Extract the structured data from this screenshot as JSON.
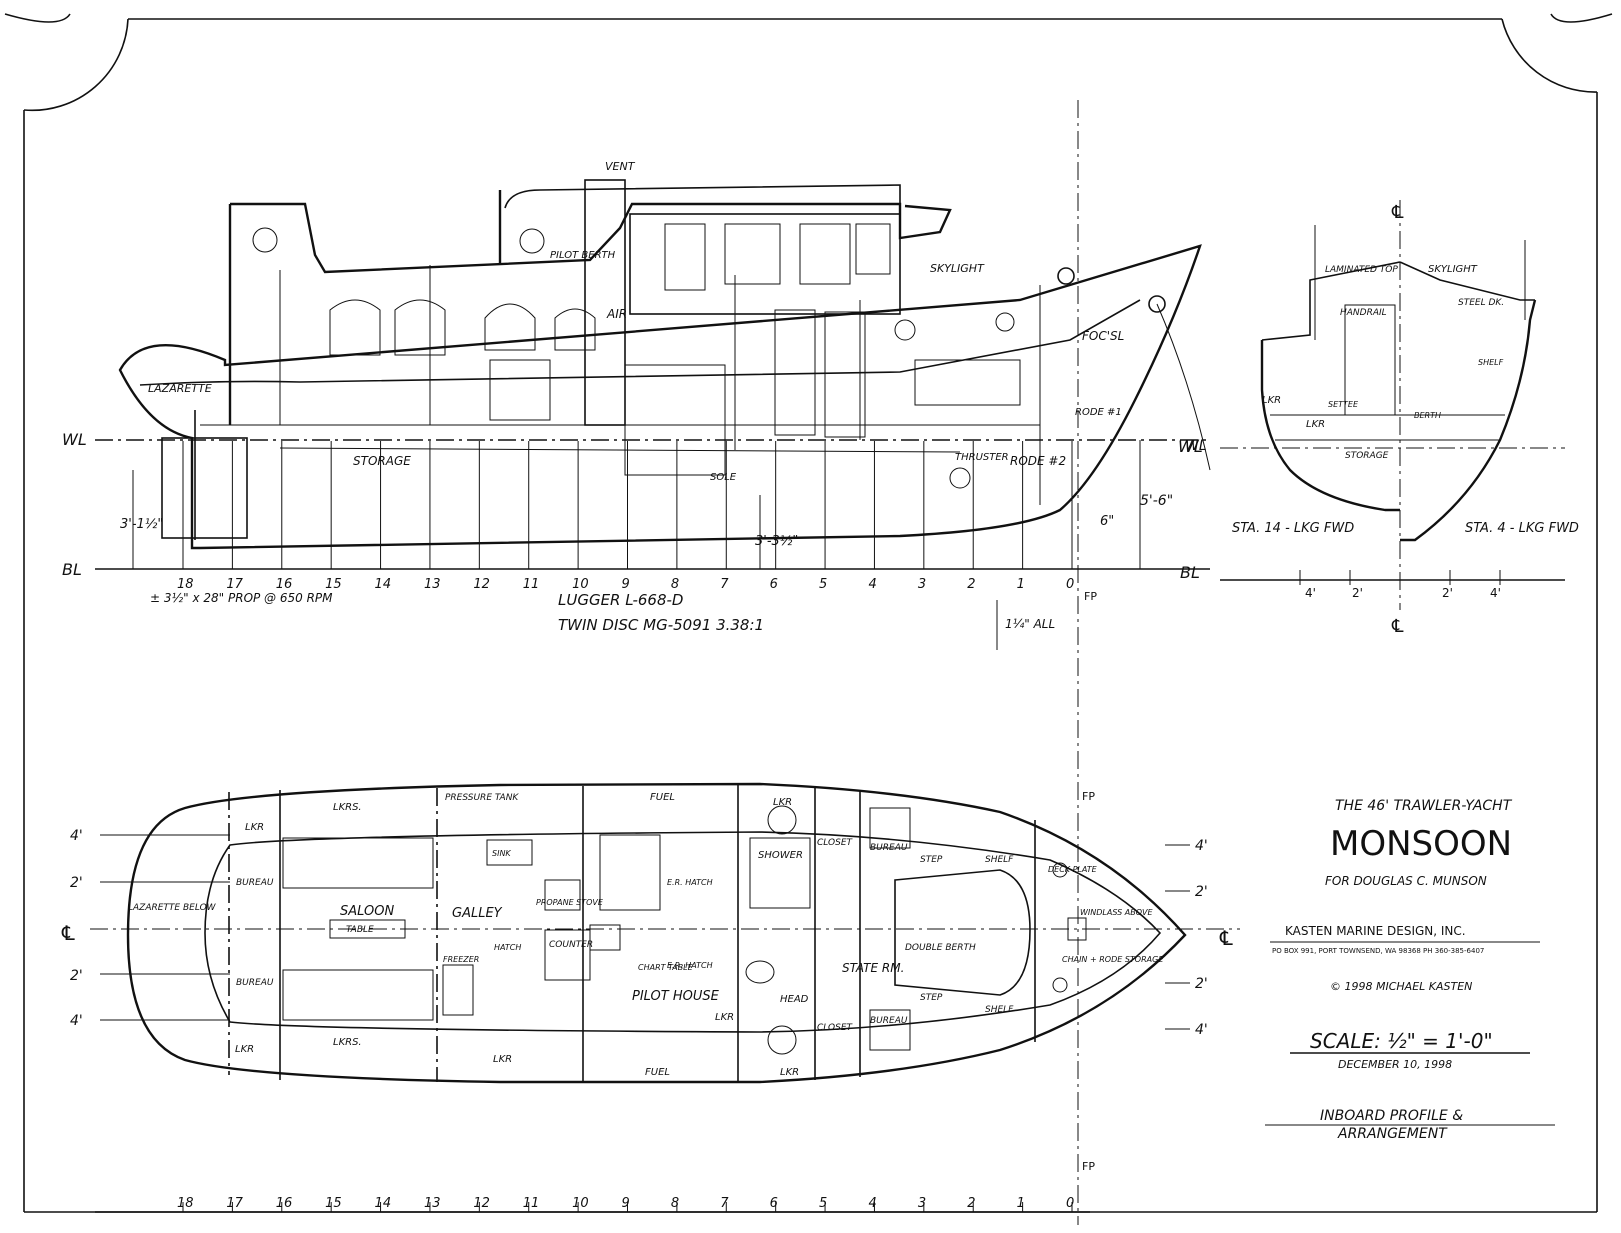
{
  "title_block": {
    "subtitle": "THE 46' TRAWLER-YACHT",
    "name": "MONSOON",
    "client": "FOR DOUGLAS C. MUNSON",
    "firm": "KASTEN MARINE DESIGN, INC.",
    "address": "PO BOX 991, PORT TOWNSEND, WA 98368   PH 360-385-6407",
    "copyright": "© 1998 MICHAEL KASTEN",
    "scale": "SCALE: ½\" = 1'-0\"",
    "date": "DECEMBER 10, 1998",
    "drawing_title_1": "INBOARD PROFILE &",
    "drawing_title_2": "ARRANGEMENT"
  },
  "profile": {
    "labels": {
      "vent": "VENT",
      "pilot_berth": "PILOT BERTH",
      "skylight": "SKYLIGHT",
      "air": "AIR",
      "focsl": "FOC'SL",
      "lazarette": "LAZARETTE",
      "storage": "STORAGE",
      "thruster": "THRUSTER",
      "rode1": "RODE #1",
      "rode2": "RODE #2",
      "sole": "SOLE",
      "wl": "WL",
      "bl": "BL",
      "fp": "FP",
      "dim_draft": "5'-6\"",
      "dim_prop": "3'-1½\"",
      "dim_shaft": "3'-3½\"",
      "dim_stem": "6\"",
      "dim_all": "1¼\" ALL",
      "prop_note": "± 3½\" x 28\" PROP @ 650 RPM",
      "engine": "LUGGER L-668-D",
      "gear": "TWIN DISC MG-5091 3.38:1"
    },
    "stations": [
      "18",
      "17",
      "16",
      "15",
      "14",
      "13",
      "12",
      "11",
      "10",
      "9",
      "8",
      "7",
      "6",
      "5",
      "4",
      "3",
      "2",
      "1",
      "0"
    ]
  },
  "section": {
    "labels": {
      "laminated_top": "LAMINATED TOP",
      "skylight": "SKYLIGHT",
      "handrail": "HANDRAIL",
      "steel_dk": "STEEL DK.",
      "shelf": "SHELF",
      "lkr": "LKR",
      "settee": "SETTEE",
      "berth": "BERTH",
      "storage": "STORAGE",
      "wl": "WL",
      "cl": "℄",
      "sta14": "STA. 14 - LKG FWD",
      "sta4": "STA. 4 - LKG FWD"
    },
    "scale_ticks": [
      "4'",
      "2'",
      "2'",
      "4'"
    ]
  },
  "plan": {
    "labels": {
      "lkr": "LKR",
      "lkrs": "LKRS.",
      "pressure_tank": "PRESSURE TANK",
      "fuel": "FUEL",
      "lazarette_below": "LAZARETTE BELOW",
      "bureau": "BUREAU",
      "saloon": "SALOON",
      "table": "TABLE",
      "galley": "GALLEY",
      "sink": "SINK",
      "propane_stove": "PROPANE STOVE",
      "freezer": "FREEZER",
      "counter": "COUNTER",
      "hatch": "HATCH",
      "pilot_house": "PILOT HOUSE",
      "shower": "SHOWER",
      "head": "HEAD",
      "closet": "CLOSET",
      "stateroom": "STATE RM.",
      "double_berth": "DOUBLE BERTH",
      "step": "STEP",
      "shelf": "SHELF",
      "deck_plate": "DECK PLATE",
      "windlass_above": "WINDLASS ABOVE",
      "chain_storage": "CHAIN + RODE STORAGE",
      "er_hatch": "E.R. HATCH",
      "chart_table": "CHART TABLE",
      "fp": "FP",
      "cl": "℄"
    },
    "offsets": [
      "4'",
      "2'",
      "2'",
      "4'"
    ],
    "stations": [
      "18",
      "17",
      "16",
      "15",
      "14",
      "13",
      "12",
      "11",
      "10",
      "9",
      "8",
      "7",
      "6",
      "5",
      "4",
      "3",
      "2",
      "1",
      "0"
    ]
  }
}
